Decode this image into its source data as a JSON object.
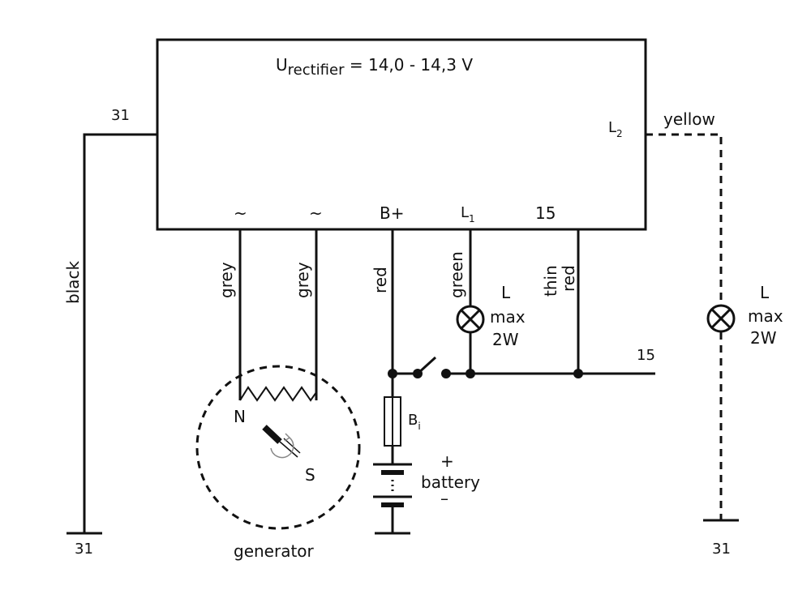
{
  "rectifier": {
    "voltage_prefix": "U",
    "voltage_sub": "rectifier",
    "voltage_value": " = 14,0 - 14,3 V",
    "term_ac1": "~",
    "term_ac2": "~",
    "term_bplus": "B+",
    "term_l1_main": "L",
    "term_l1_sub": "1",
    "term_15": "15",
    "term_l2_main": "L",
    "term_l2_sub": "2"
  },
  "wires": {
    "black": "black",
    "grey1": "grey",
    "grey2": "grey",
    "red": "red",
    "green": "green",
    "thin": "thin",
    "thin_red": "red",
    "yellow": "yellow"
  },
  "terminals": {
    "t31_top": "31",
    "t31_left_bottom": "31",
    "t31_right_bottom": "31",
    "t15_line": "15"
  },
  "lamp1": {
    "l": "L",
    "max": "max",
    "power": "2W"
  },
  "lamp2": {
    "l": "L",
    "max": "max",
    "power": "2W"
  },
  "fuse": {
    "main": "B",
    "sub": "i"
  },
  "battery": {
    "plus": "+",
    "label": "battery",
    "minus": "–"
  },
  "generator": {
    "label": "generator",
    "north": "N",
    "south": "S"
  },
  "colors": {
    "ink": "#111111",
    "background": "#ffffff"
  }
}
